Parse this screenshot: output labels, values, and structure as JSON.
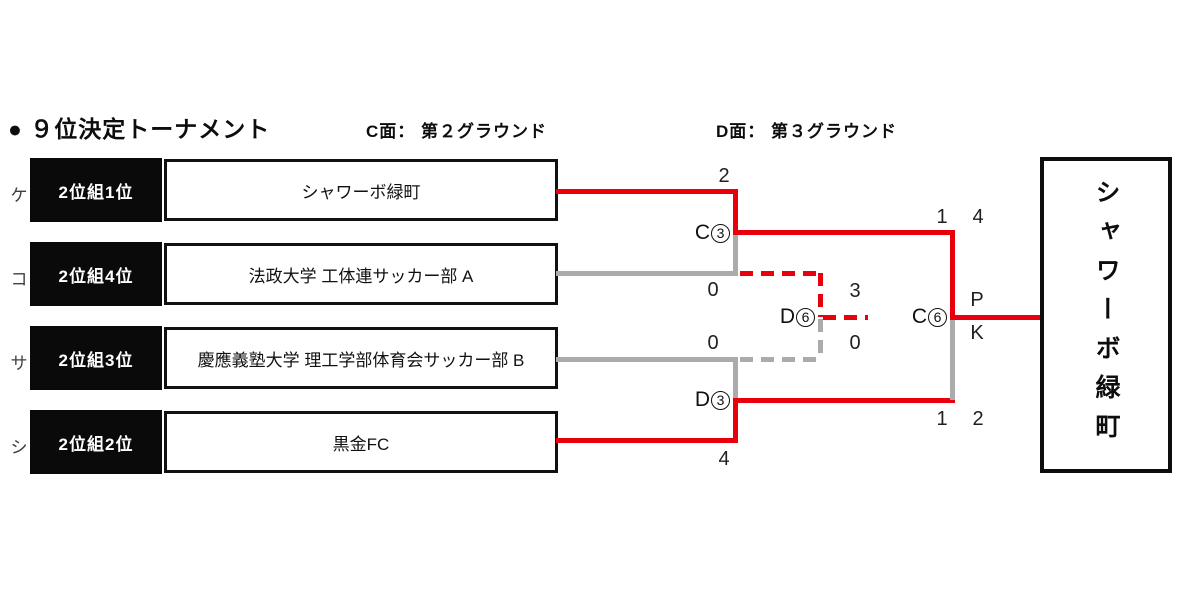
{
  "title": "● ９位決定トーナメント",
  "courts": {
    "c": "C面：  第２グラウンド",
    "d": "D面：  第３グラウンド"
  },
  "rows": [
    {
      "letter": "ケ",
      "seed": "2位組1位",
      "team": "シャワーボ緑町"
    },
    {
      "letter": "コ",
      "seed": "2位組4位",
      "team": "法政大学 工体連サッカー部 A"
    },
    {
      "letter": "サ",
      "seed": "2位組3位",
      "team": "慶應義塾大学 理工学部体育会サッカー部 B"
    },
    {
      "letter": "シ",
      "seed": "2位組2位",
      "team": "黒金FC"
    }
  ],
  "matches": {
    "c3": {
      "court": "C",
      "no": "3",
      "top_score": "2",
      "bottom_score": "0"
    },
    "d3": {
      "court": "D",
      "no": "3",
      "top_score": "0",
      "bottom_score": "4"
    },
    "d6": {
      "court": "D",
      "no": "6",
      "top_score": "3",
      "bottom_score": "0"
    },
    "c6": {
      "court": "C",
      "no": "6",
      "top_score": "1",
      "bottom_score": "1",
      "top_pk": "4",
      "bottom_pk": "2",
      "pk_letter_top": "P",
      "pk_letter_bottom": "K"
    }
  },
  "winner": "シャワーボ緑町",
  "colors": {
    "winner_line": "#e8000d",
    "loser_line": "#ababab"
  }
}
